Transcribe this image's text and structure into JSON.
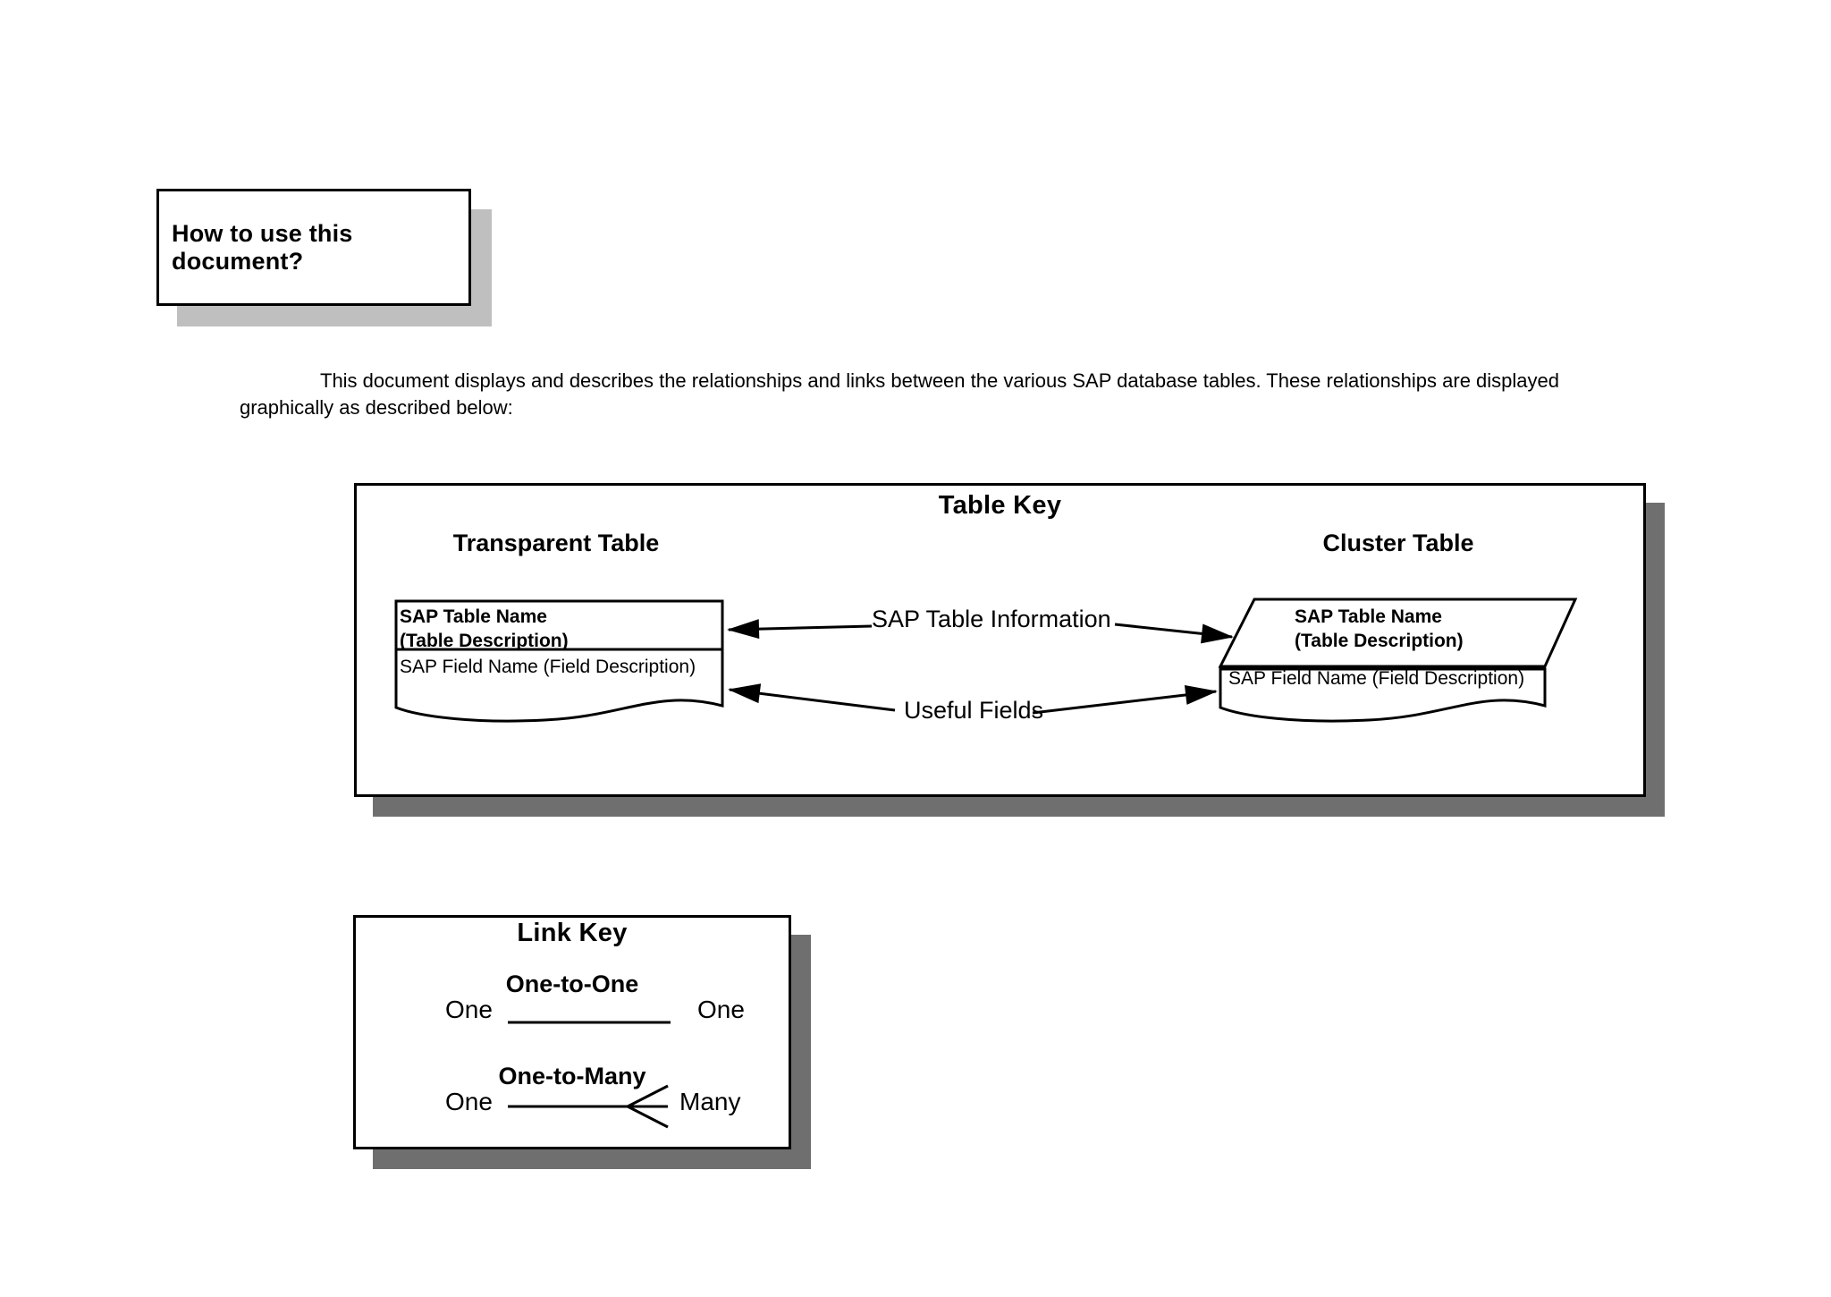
{
  "howto_box": {
    "title": "How to use this document?"
  },
  "intro_paragraph": "This document displays and describes the relationships and links between the various SAP database tables. These relationships are displayed graphically as described below:",
  "table_key": {
    "title": "Table Key",
    "left_column_label": "Transparent Table",
    "right_column_label": "Cluster Table",
    "transparent_table": {
      "name": "SAP Table Name",
      "description": "(Table Description)",
      "field": "SAP Field Name (Field Description)"
    },
    "cluster_table": {
      "name": "SAP Table Name",
      "description": "(Table Description)",
      "field": "SAP Field Name (Field Description)"
    },
    "arrow_labels": {
      "table_info": "SAP Table Information",
      "useful_fields": "Useful Fields"
    }
  },
  "link_key": {
    "title": "Link Key",
    "one_to_one": {
      "label": "One-to-One",
      "left_end": "One",
      "right_end": "One"
    },
    "one_to_many": {
      "label": "One-to-Many",
      "left_end": "One",
      "right_end": "Many"
    }
  },
  "colors": {
    "shadow_light": "#bfbfbf",
    "shadow_dark": "#6f6f6f",
    "line": "#000000",
    "background": "#ffffff"
  }
}
